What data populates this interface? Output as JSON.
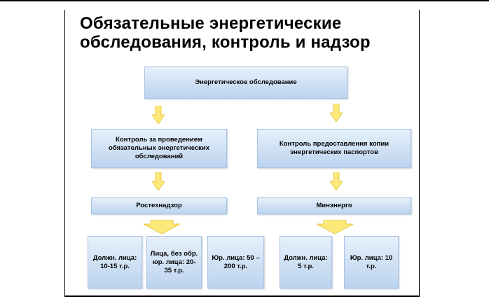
{
  "slide": {
    "title_line1": "Обязательные энергетические",
    "title_line2": "обследования, контроль и надзор"
  },
  "diagram": {
    "root": "Энергетическое обследование",
    "left_branch": "Контроль за проведением обязательных энергетических обследований",
    "right_branch": "Контроль предоставления копии энергетических паспортов",
    "left_agency": "Ростехнадзор",
    "right_agency": "Минэнерго",
    "fines": {
      "officials_left": "Должн. лица: 10-15 т.р.",
      "persons_without_legal_entity": "Лица, без обр. юр. лица: 20-35 т.р.",
      "legal_entities_left": "Юр. лица: 50 – 200 т.р.",
      "officials_right": "Должн. лица: 5 т.р.",
      "legal_entities_right": "Юр. лица: 10 т.р."
    }
  },
  "colors": {
    "box_fill": "#cfe0f4",
    "box_border": "#a9c3e4",
    "arrow_fill": "#fde97a",
    "arrow_stroke": "#e6c94a"
  }
}
